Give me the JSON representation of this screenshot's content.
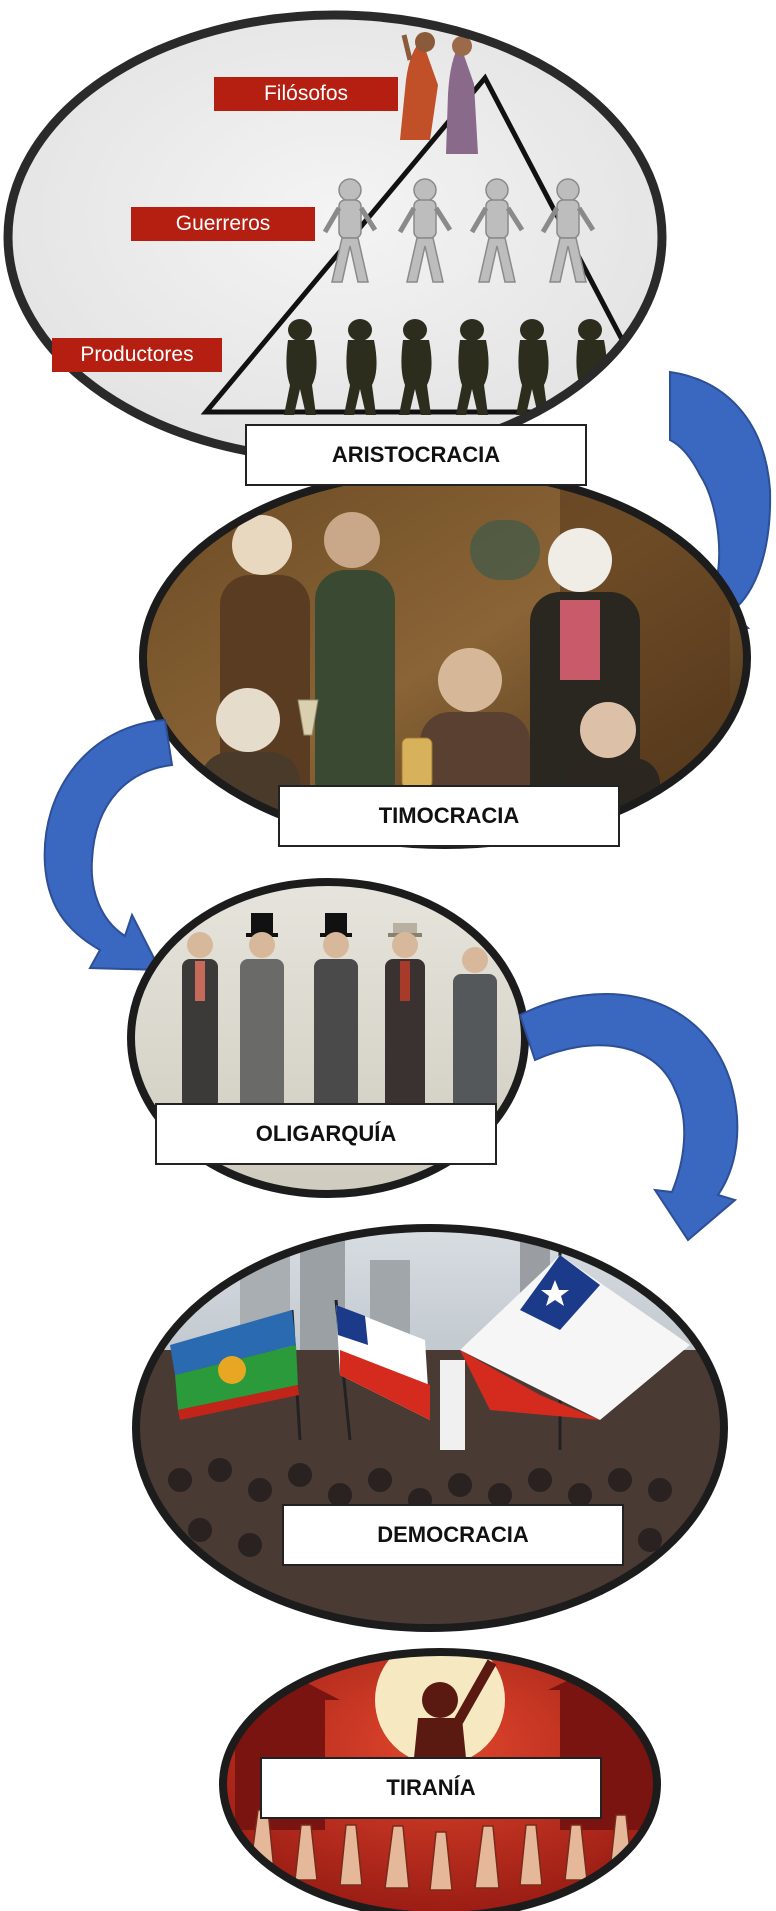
{
  "stages": [
    {
      "name": "ARISTOCRACIA"
    },
    {
      "name": "TIMOCRACIA"
    },
    {
      "name": "OLIGARQUÍA"
    },
    {
      "name": "DEMOCRACIA"
    },
    {
      "name": "TIRANÍA"
    }
  ],
  "pyramid": {
    "levels": [
      "Filósofos",
      "Guerreros",
      "Productores"
    ]
  },
  "colors": {
    "arrow": "#3a67c0",
    "tag_red": "#b51f12",
    "outline": "#2a2a2a"
  }
}
